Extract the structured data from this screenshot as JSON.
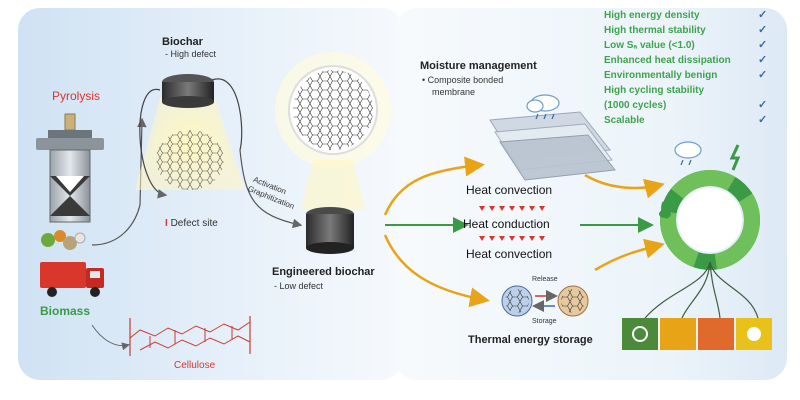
{
  "labels": {
    "pyrolysis": "Pyrolysis",
    "biomass": "Biomass",
    "cellulose": "Cellulose",
    "biochar_title": "Biochar",
    "biochar_sub": "- High defect",
    "defect_site": "Defect site",
    "activation": "Activation",
    "graphitization": "Graphitization",
    "engineered_title": "Engineered biochar",
    "engineered_sub": "- Low defect",
    "moisture_title": "Moisture management",
    "moisture_sub1": "• Composite bonded",
    "moisture_sub2": "membrane",
    "heat_convection_1": "Heat convection",
    "heat_conduction": "Heat conduction",
    "heat_convection_2": "Heat convection",
    "release": "Release",
    "storage": "Storage",
    "thermal_storage": "Thermal energy storage"
  },
  "properties": [
    "High energy density",
    "High thermal stability",
    "Low Sₐ value (<1.0)",
    "Enhanced heat dissipation",
    "Environmentally benign",
    "High cycling stability",
    "(1000 cycles)",
    "Scalable"
  ],
  "check_mark": "✓",
  "colors": {
    "red": "#d9372b",
    "green": "#3fa34d",
    "arrow_gold": "#e8a317",
    "arrow_green": "#3a9a46",
    "arrow_blue": "#3b6aa8",
    "sdg": [
      "#4a8a3a",
      "#e8a317",
      "#e06a2c",
      "#e8c21a"
    ]
  }
}
